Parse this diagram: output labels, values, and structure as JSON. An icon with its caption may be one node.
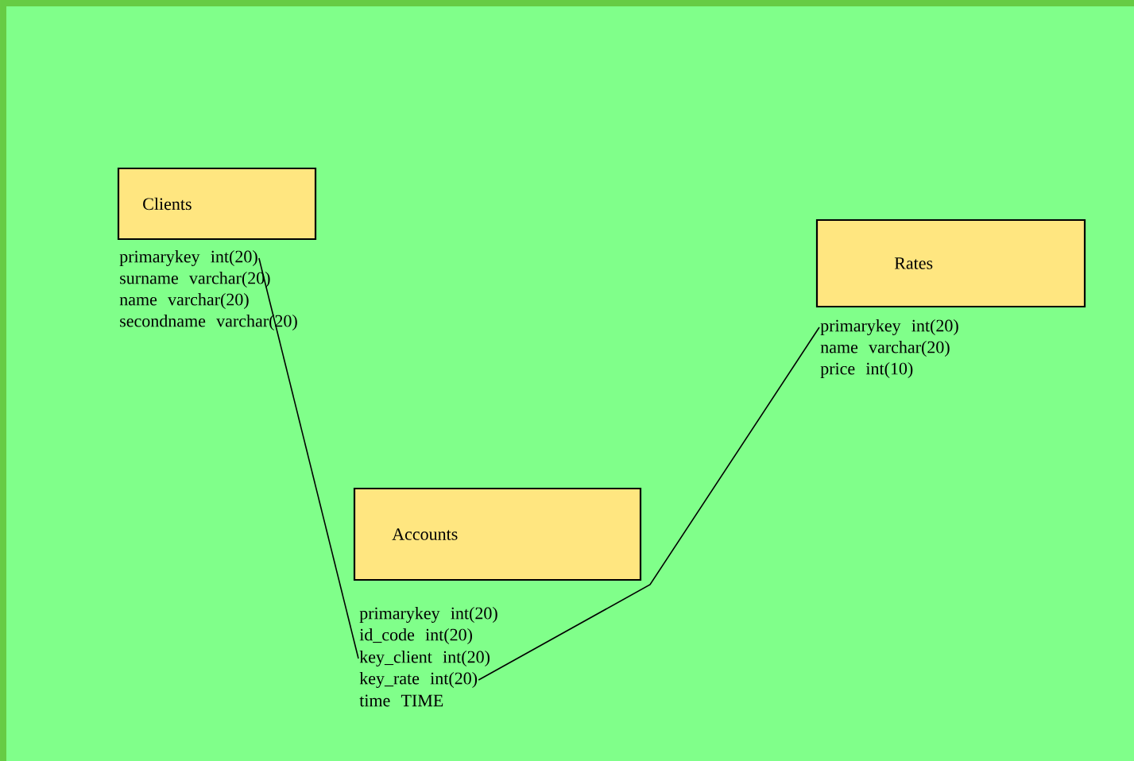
{
  "diagram": {
    "nodes": [
      {
        "text": [
          "Clients"
        ]
      },
      {
        "text": [
          "primarykey int(20)"
        ]
      },
      {
        "text": [
          "surname varchar(20)"
        ]
      },
      {
        "text": [
          "name varchar(20)"
        ]
      },
      {
        "text": [
          "secondname varchar(20)"
        ]
      },
      {
        "text": [
          "Rates"
        ]
      },
      {
        "text": [
          "primarykey int(20)"
        ]
      },
      {
        "text": [
          "name varchar(20)"
        ]
      },
      {
        "text": [
          "price int(10)"
        ]
      },
      {
        "text": [
          "Accounts"
        ]
      },
      {
        "text": [
          "primarykey int(20)"
        ]
      },
      {
        "text": [
          "id_code int(20)"
        ]
      },
      {
        "text": [
          "key_client int(20)"
        ]
      },
      {
        "text": [
          "key_rate int(20)"
        ]
      },
      {
        "text": [
          "time TIME"
        ]
      }
    ],
    "edges": [
      {
        "from": 1,
        "to": 12,
        "arrow": "none"
      },
      {
        "from": 6,
        "to": 13,
        "arrow": "none"
      }
    ]
  }
}
